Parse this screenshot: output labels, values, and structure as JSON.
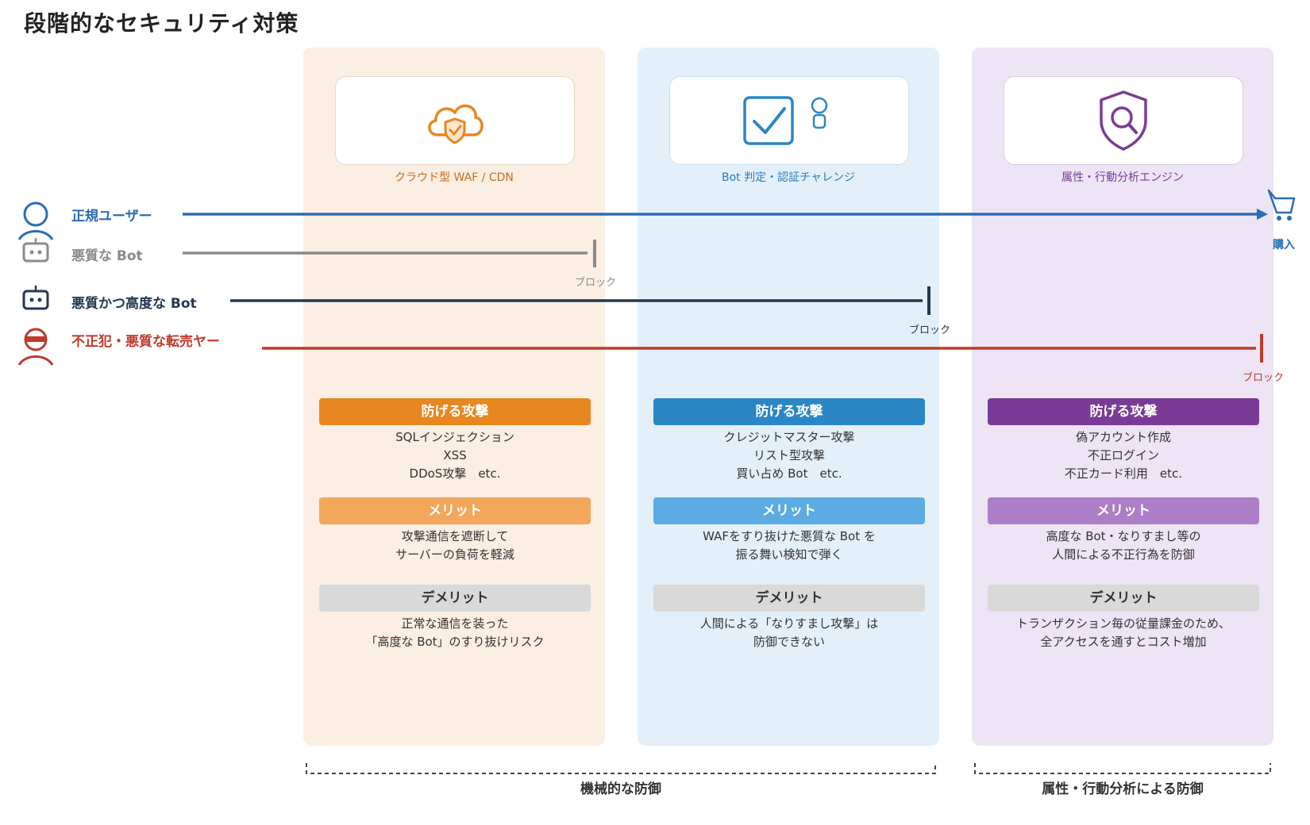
{
  "title": "段階的なセキュリティ対策",
  "actors": [
    {
      "label": "正規ユーザー",
      "icon": "user-icon",
      "color": "#2a6db5"
    },
    {
      "label": "悪質な Bot",
      "icon": "bot-icon",
      "color": "#8a8a8a"
    },
    {
      "label": "悪質かつ高度な Bot",
      "icon": "bot-icon",
      "color": "#253850"
    },
    {
      "label": "不正犯・悪質な転売ヤー",
      "icon": "fraud-user-icon",
      "color": "#c0392b"
    }
  ],
  "blocks": {
    "block1": "ブロック",
    "block2": "ブロック",
    "block3": "ブロック"
  },
  "purchase_label": "購入",
  "columns": [
    {
      "caption": "クラウド型 WAF / CDN",
      "icon": "cloud-shield-icon",
      "attack_title": "防げる攻撃",
      "attack_lines": [
        "SQLインジェクション",
        "XSS",
        "DDoS攻撃　etc."
      ],
      "merit_title": "メリット",
      "merit_lines": [
        "攻撃通信を遮断して",
        "サーバーの負荷を軽減"
      ],
      "demerit_title": "デメリット",
      "demerit_lines": [
        "正常な通信を装った",
        "「高度な Bot」のすり抜けリスク"
      ],
      "accent": "#e8871f"
    },
    {
      "caption": "Bot 判定・認証チャレンジ",
      "icon": "checkbox-icon",
      "attack_title": "防げる攻撃",
      "attack_lines": [
        "クレジットマスター攻撃",
        "リスト型攻撃",
        "買い占め Bot　etc."
      ],
      "merit_title": "メリット",
      "merit_lines": [
        "WAFをすり抜けた悪質な Bot を",
        "振る舞い検知で弾く"
      ],
      "demerit_title": "デメリット",
      "demerit_lines": [
        "人間による「なりすまし攻撃」は",
        "防御できない"
      ],
      "accent": "#2b86c5"
    },
    {
      "caption": "属性・行動分析エンジン",
      "icon": "shield-search-icon",
      "attack_title": "防げる攻撃",
      "attack_lines": [
        "偽アカウント作成",
        "不正ログイン",
        "不正カード利用　etc."
      ],
      "merit_title": "メリット",
      "merit_lines": [
        "高度な Bot・なりすまし等の",
        "人間による不正行為を防御"
      ],
      "demerit_title": "デメリット",
      "demerit_lines": [
        "トランザクション毎の従量課金のため、",
        "全アクセスを通すとコスト増加"
      ],
      "accent": "#7a3b97"
    }
  ],
  "groups": {
    "mechanical": "機械的な防御",
    "behavioral": "属性・行動分析による防御"
  }
}
